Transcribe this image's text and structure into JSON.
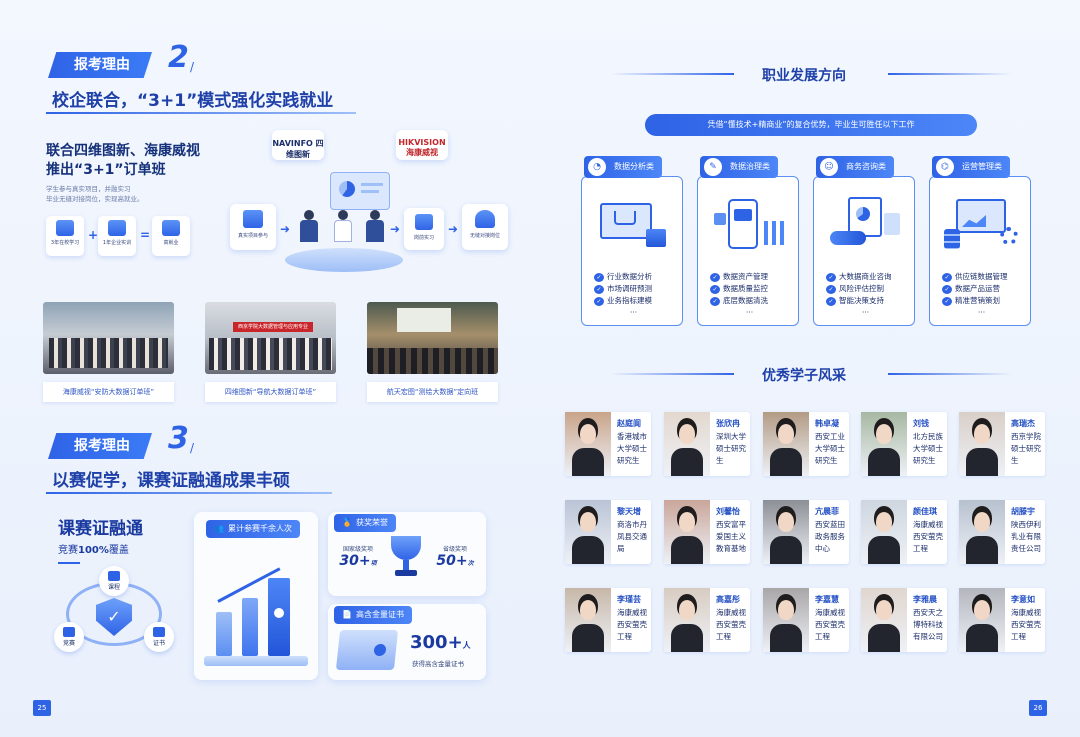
{
  "left": {
    "reason2": {
      "tag": "报考理由",
      "num": "2",
      "heading": "校企联合，“3+1”模式强化实践就业",
      "subtitle_line1": "联合四维图新、海康威视",
      "subtitle_line2": "推出“3+1”订单班",
      "note_line1": "学生参与真实项目，并融实习",
      "note_line2": "毕业无缝对接岗位，实现高就业。",
      "formula": [
        {
          "label": "3年在校学习"
        },
        {
          "label": "1年企业实训"
        },
        {
          "label": "高就业"
        }
      ],
      "op_plus": "+",
      "op_eq": "=",
      "logos": [
        "NAVINFO 四维图新",
        "HIKVISION 海康威视"
      ],
      "illus_nodes": [
        "真实项目参与",
        "岗前实习",
        "无缝对接岗位"
      ],
      "photos": [
        {
          "caption": "海康威视“安防大数据订单班”"
        },
        {
          "caption": "四维图新“导航大数据订单班”"
        },
        {
          "caption": "航天宏图“测绘大数据”定向班"
        }
      ],
      "banner_in_photo": "西京学院大数据管理与应用专业"
    },
    "reason3": {
      "tag": "报考理由",
      "num": "3",
      "heading": "以赛促学，课赛证融通成果丰硕",
      "big_title": "课赛证融通",
      "coverage_prefix": "竞赛",
      "coverage_value": "100%",
      "coverage_suffix": "覆盖",
      "cycle": [
        "课程",
        "竞赛",
        "证书"
      ],
      "participants_label": "累计参赛千余人次",
      "awards_label": "获奖荣誉",
      "award_national_label": "国家级奖项",
      "award_national_value": "30+",
      "award_national_unit": "项",
      "award_provincial_label": "省级奖项",
      "award_provincial_value": "50+",
      "award_provincial_unit": "次",
      "cert_label": "高含金量证书",
      "cert_value": "300+",
      "cert_unit": "人",
      "cert_desc": "获得高含金量证书"
    },
    "page_number": "25"
  },
  "right": {
    "career": {
      "title": "职业发展方向",
      "banner": "凭借“懂技术+精商业”的复合优势，毕业生可胜任以下工作",
      "cards": [
        {
          "title": "数据分析类",
          "items": [
            "行业数据分析",
            "市场调研预测",
            "业务指标建模"
          ],
          "more": "···"
        },
        {
          "title": "数据治理类",
          "items": [
            "数据资产管理",
            "数据质量监控",
            "底层数据清洗"
          ],
          "more": "···"
        },
        {
          "title": "商务咨询类",
          "items": [
            "大数据商业咨询",
            "风险评估控制",
            "智能决策支持"
          ],
          "more": "···"
        },
        {
          "title": "运营管理类",
          "items": [
            "供应链数据管理",
            "数据产品运营",
            "精准营销策划"
          ],
          "more": "···"
        }
      ]
    },
    "students": {
      "title": "优秀学子风采",
      "rows": [
        [
          {
            "name": "赵庭阆",
            "desc": "香港城市大学硕士研究生"
          },
          {
            "name": "张欣冉",
            "desc": "深圳大学硕士研究生"
          },
          {
            "name": "韩卓凝",
            "desc": "西安工业大学硕士研究生"
          },
          {
            "name": "刘钱",
            "desc": "北方民族大学硕士研究生"
          },
          {
            "name": "高瑞杰",
            "desc": "西京学院硕士研究生"
          }
        ],
        [
          {
            "name": "黎天增",
            "desc": "商洛市丹凤县交通局"
          },
          {
            "name": "刘馨怡",
            "desc": "西安富平爱国主义教育基地"
          },
          {
            "name": "亢晨菲",
            "desc": "西安蓝田政务服务中心"
          },
          {
            "name": "颜佳琪",
            "desc": "海康威视西安萤壳工程"
          },
          {
            "name": "胡滕宇",
            "desc": "陕西伊利乳业有限责任公司"
          }
        ],
        [
          {
            "name": "李瑾芸",
            "desc": "海康威视西安萤壳工程"
          },
          {
            "name": "高嘉彤",
            "desc": "海康威视西安萤壳工程"
          },
          {
            "name": "李嘉慧",
            "desc": "海康威视西安萤壳工程"
          },
          {
            "name": "李雅晨",
            "desc": "西安天之博特科技有限公司"
          },
          {
            "name": "李意如",
            "desc": "海康威视西安萤壳工程"
          }
        ]
      ]
    },
    "page_number": "26"
  },
  "colors": {
    "primary": "#2f63e6",
    "dark": "#1a3aa0",
    "bg": "#eef3fc"
  }
}
